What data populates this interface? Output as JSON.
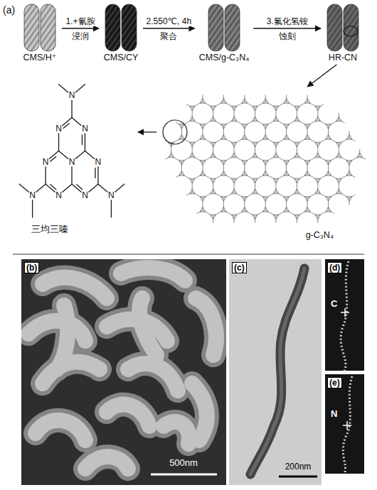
{
  "diagram": {
    "nodes": [
      {
        "text": [
          "CMS/H⁺"
        ]
      },
      {
        "text": [
          "CMS/CY"
        ]
      },
      {
        "text": [
          "CMS/g-C₃N₄"
        ]
      },
      {
        "text": [
          "HR-CN"
        ]
      },
      {
        "text": [
          "g-C₃N₄"
        ]
      },
      {
        "text": [
          "三均三嗪"
        ]
      }
    ],
    "edges": [
      {
        "from": 0,
        "to": 1,
        "arrow": "to",
        "label": "1.+氰胺"
      },
      {
        "from": 1,
        "to": 2,
        "arrow": "to",
        "label": "2.550℃, 4h"
      },
      {
        "from": 2,
        "to": 3,
        "arrow": "to",
        "label": "3.氟化氢铵"
      },
      {
        "from": 3,
        "to": 4,
        "arrow": "to"
      },
      {
        "from": 4,
        "to": 5,
        "arrow": "to"
      }
    ],
    "labels": [
      "(a)",
      "浸润",
      "聚合",
      "蚀刻",
      "N",
      "N",
      "N",
      "N",
      "N",
      "N",
      "N",
      "N",
      "N",
      "N",
      "(b)",
      "500nm",
      "(c)",
      "200nm",
      "(d)",
      "C",
      "(e)",
      "N"
    ]
  }
}
